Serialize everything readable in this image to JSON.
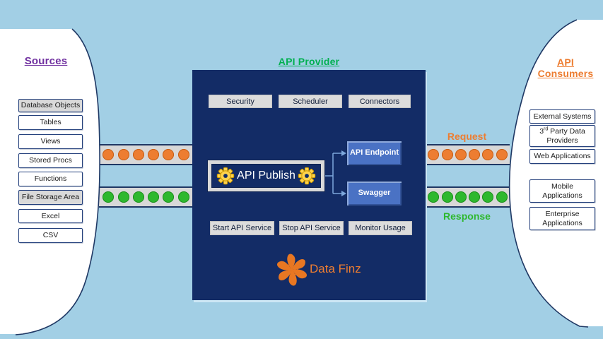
{
  "titles": {
    "sources": "Sources",
    "provider": "API Provider",
    "consumers": "API Consumers"
  },
  "flow_labels": {
    "request": "Request",
    "response": "Response"
  },
  "sources": {
    "items": [
      {
        "label": "Database Objects",
        "style": "header"
      },
      {
        "label": "Tables",
        "style": "plain"
      },
      {
        "label": "Views",
        "style": "plain"
      },
      {
        "label": "Stored Procs",
        "style": "plain"
      },
      {
        "label": "Functions",
        "style": "plain"
      },
      {
        "label": "File Storage Area",
        "style": "header"
      },
      {
        "label": "Excel",
        "style": "plain"
      },
      {
        "label": "CSV",
        "style": "plain"
      }
    ]
  },
  "consumers": {
    "items": [
      {
        "label": "External Systems"
      },
      {
        "prefix": "3",
        "sup": "rd",
        "rest": " Party Data Providers"
      },
      {
        "label": "Web Applications"
      },
      {
        "label": "Mobile Applications"
      },
      {
        "label": "Enterprise Applications"
      }
    ]
  },
  "provider": {
    "top_buttons": [
      {
        "label": "Security"
      },
      {
        "label": "Scheduler"
      },
      {
        "label": "Connectors"
      }
    ],
    "publish": {
      "label": "API Publish"
    },
    "endpoints": [
      {
        "label": "API Endpoint"
      },
      {
        "label": "Swagger"
      }
    ],
    "bottom_buttons": [
      {
        "label": "Start API Service"
      },
      {
        "label": "Stop API Service"
      },
      {
        "label": "Monitor Usage"
      }
    ],
    "logo": {
      "text": "Data Finz"
    }
  },
  "pipes": {
    "left_request": {
      "count": 6,
      "color": "#ed7d31",
      "border": "#c55f16"
    },
    "left_response": {
      "count": 6,
      "color": "#2eb82e",
      "border": "#1e8f1e"
    },
    "right_request": {
      "count": 6,
      "color": "#ed7d31",
      "border": "#c55f16"
    },
    "right_response": {
      "count": 6,
      "color": "#2eb82e",
      "border": "#1e8f1e"
    }
  },
  "icons": {
    "publish_gears": "gear-icon",
    "logo_mark": "pinwheel-icon"
  },
  "colors": {
    "bg": "#a2cfe5",
    "navy": "#132c66",
    "border-navy": "#1f3864",
    "panel-gray": "#d9d9d9",
    "orange": "#ed7d31",
    "green": "#2eb82e",
    "title-green": "#00b050",
    "purple": "#7030a0",
    "btn-blue": "#4a72c4",
    "gear-yellow": "#ffd34d",
    "arrow-blue": "#7da7dc"
  }
}
